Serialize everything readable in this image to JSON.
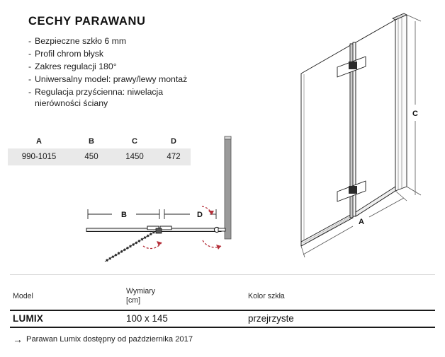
{
  "features": {
    "title": "CECHY PARAWANU",
    "bullet_marker": "-",
    "items": [
      "Bezpieczne szkło 6 mm",
      "Profil chrom błysk",
      "Zakres regulacji 180°",
      "Uniwersalny model: prawy/lewy montaż",
      "Regulacja przyścienna: niwelacja\nnierówności ściany"
    ]
  },
  "dimension_table": {
    "headers": [
      "A",
      "B",
      "C",
      "D"
    ],
    "values": [
      "990-1015",
      "450",
      "1450",
      "472"
    ],
    "row_background": "#e9e9e9"
  },
  "plan_view": {
    "label_b": "B",
    "label_d": "D",
    "arrow_color": "#b5303a",
    "wall_color": "#9a9a9a"
  },
  "iso_view": {
    "label_a": "A",
    "label_c": "C"
  },
  "product_table": {
    "headers": {
      "model": "Model",
      "dimensions": "Wymiary\n[cm]",
      "glass_color": "Kolor szkła"
    },
    "row": {
      "model": "LUMIX",
      "dimensions": "100 x 145",
      "glass_color": "przejrzyste"
    }
  },
  "footnote": {
    "arrow": "→",
    "text": "Parawan Lumix dostępny od października 2017"
  }
}
